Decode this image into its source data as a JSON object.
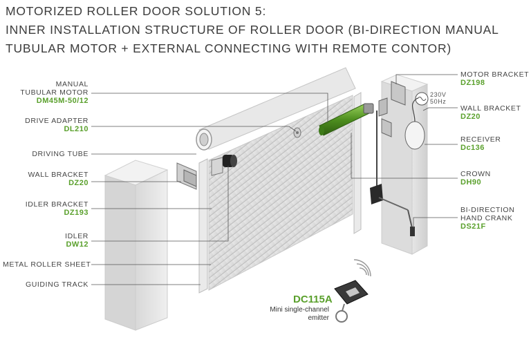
{
  "title": {
    "line1": "MOTORIZED ROLLER DOOR SOLUTION 5:",
    "line2": "INNER INSTALLATION STRUCTURE OF ROLLER DOOR (BI-DIRECTION MANUAL",
    "line3": "TUBULAR MOTOR + EXTERNAL CONNECTING WITH REMOTE CONTOR)"
  },
  "left_labels": [
    {
      "name": "MANUAL",
      "name2": "TUBULAR MOTOR",
      "code": "DM45M-50/12"
    },
    {
      "name": "DRIVE ADAPTER",
      "code": "DL210"
    },
    {
      "name": "DRIVING TUBE"
    },
    {
      "name": "WALL BRACKET",
      "code": "DZ20"
    },
    {
      "name": "IDLER BRACKET",
      "code": "DZ193"
    },
    {
      "name": "IDLER",
      "code": "DW12"
    },
    {
      "name": "METAL ROLLER SHEET"
    },
    {
      "name": "GUIDING TRACK"
    }
  ],
  "right_labels": [
    {
      "name": "MOTOR BRACKET",
      "code": "DZ198"
    },
    {
      "name": "WALL BRACKET",
      "code": "DZ20"
    },
    {
      "name": "RECEIVER",
      "code": "Dc136"
    },
    {
      "name": "CROWN",
      "code": "DH90"
    },
    {
      "name": "BI-DIRECTION",
      "name2": "HAND CRANK",
      "code": "DS21F"
    }
  ],
  "power": {
    "voltage": "230V",
    "frequency": "50Hz"
  },
  "emitter": {
    "code": "DC115A",
    "desc1": "Mini single-channel",
    "desc2": "emitter"
  }
}
